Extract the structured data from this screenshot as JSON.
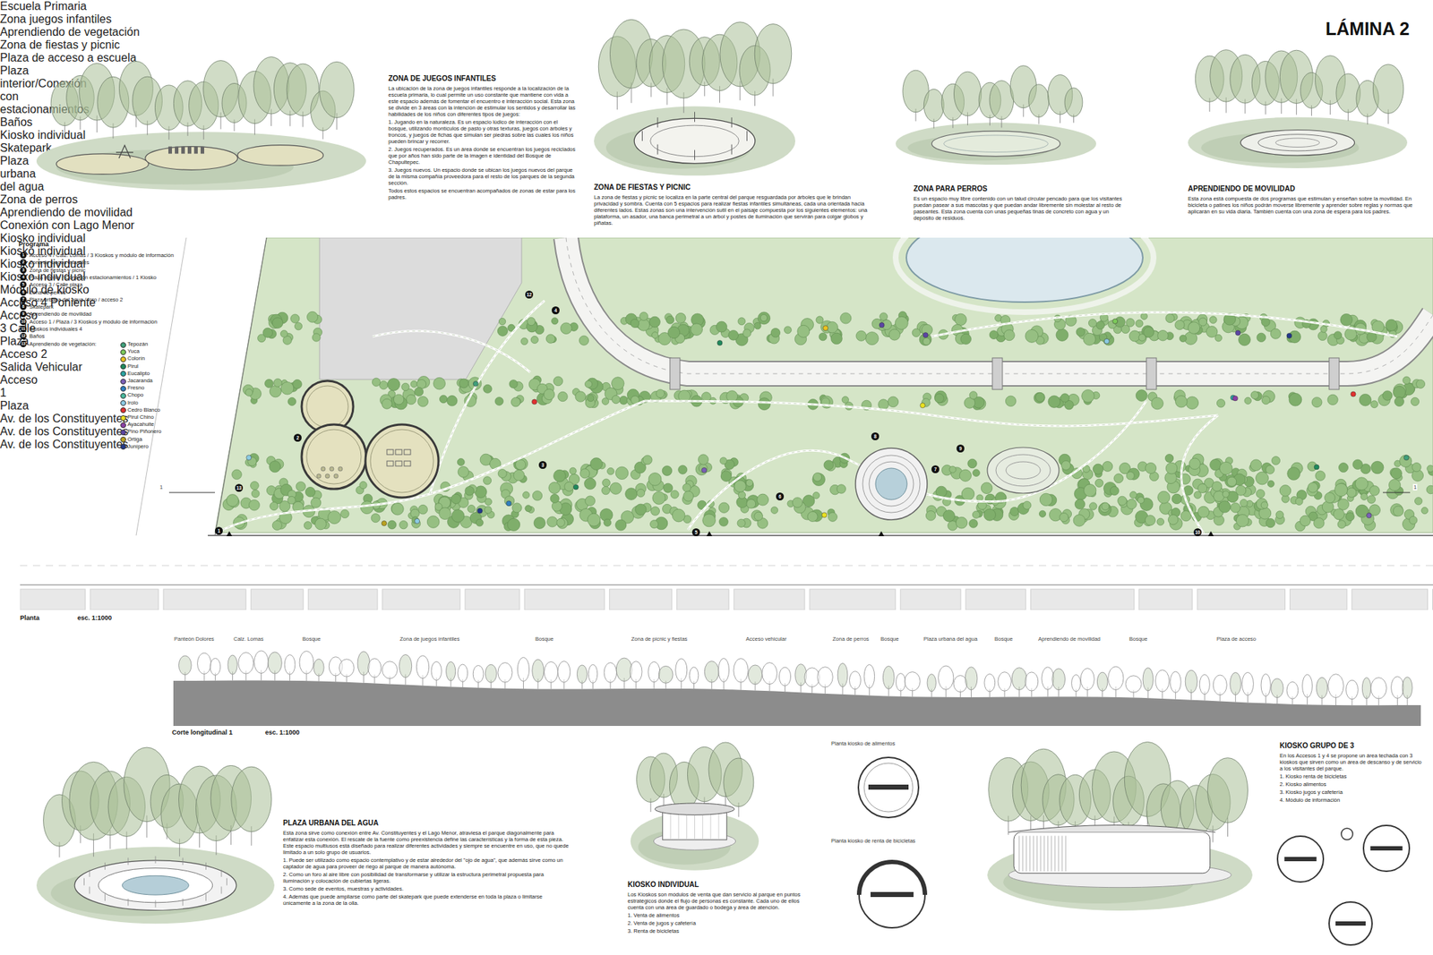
{
  "diagram": {
    "title": "LÁMINA 2",
    "labels": [
      "ZONA DE JUEGOS INFANTILES",
      "La ubicación de la zona de juegos infantiles responde a la localización de la escuela primaria, lo cual permite un uso constante que mantiene con vida a este espacio además de fomentar el encuentro e interacción social. Esta zona se divide en 3 áreas con la intención de estimular los sentidos y desarrollar las habilidades de los niños con diferentes tipos de juegos:",
      "1. Jugando en la naturaleza. Es un espacio lúdico de interacción con el bosque, utilizando montículos de pasto y otras texturas, juegos con árboles y troncos, y juegos de fichas que simulan ser piedras sobre las cuales los niños pueden brincar y recorrer.",
      "2. Juegos recuperados. Es un área donde se encuentran los juegos reciclados que por años han sido parte de la imagen e identidad del Bosque de Chapultepec.",
      "3. Juegos nuevos. Un espacio donde se ubican los juegos nuevos del parque de la misma compañía proveedora para el resto de los parques de la segunda sección.",
      "Todos estos espacios se encuentran acompañados de zonas de estar para los padres.",
      "ZONA DE FIESTAS Y PICNIC",
      "La zona de fiestas y picnic se localiza en la parte central del parque resguardada por árboles que le brindan privacidad y sombra. Cuenta con 5 espacios para realizar fiestas infantiles simultáneas, cada una orientada hacia diferentes lados. Estas zonas son una intervención sutil en el paisaje compuesta por los siguientes elementos: una plataforma, un asador, una banca perimetral a un árbol y postes de iluminación que servirán para colgar globos y piñatas.",
      "ZONA PARA PERROS",
      "Es un espacio muy libre contenido con un talud circular pencado para que los visitantes puedan pasear a sus mascotas y que puedan andar libremente sin molestar al resto de paseantes. Esta zona cuenta con unas pequeñas tinas de concreto con agua y un depósito de residuos.",
      "APRENDIENDO DE MOVILIDAD",
      "Esta zona está compuesta de dos programas que estimulan y enseñan sobre la movilidad. En bicicleta o patines los niños podrán moverse libremente y aprender sobre reglas y normas que aplicarán en su vida diaria. También cuenta con una zona de espera para los padres.",
      "Programa",
      "1",
      "Acceso 4 / Calz. Lomas / 3 Kioskos y módulo de información",
      "2",
      "Zona de juegos infantiles",
      "3",
      "Zona de fiestas y picnic",
      "4",
      "Plaza interior / Conexión estacionamientos / 1 Kiosko",
      "5",
      "Acceso 3 / Calle plaza",
      "6",
      "Zona de perros",
      "7",
      "Plaza urbana del agua / foro / acceso 2",
      "8",
      "Skatepark",
      "9",
      "Aprendiendo de movilidad",
      "10",
      "Acceso 1 / Plaza / 3 Kioskos y módulo de información",
      "11",
      "Kioskos individuales 4",
      "12",
      "Baños",
      "13",
      "Aprendiendo de vegetación:",
      "Escuela Primaria",
      "2",
      "Zona juegos infantiles",
      "13",
      "Aprendiendo de vegetación",
      "3",
      "Zona de fiestas y picnic",
      "Plaza de acceso a escuela",
      "4",
      "Plaza interior/Conexión con estacionamientos",
      "12",
      "Baños",
      "Kiosko individual",
      "8",
      "Skatepark",
      "7",
      "Plaza urbana del agua",
      "6",
      "Zona de perros",
      "9",
      "Aprendiendo de movilidad",
      "Conexión con Lago Menor",
      "Kiosko individual",
      "Kiosko individual",
      "Kiosko individual",
      "Kiosko individual",
      "Módulo de kiosko",
      "1",
      "Acceso 4 Poniente",
      "5",
      "Acceso 3 Calle Plaza",
      "Acceso 2",
      "Salida Vehicular",
      "10",
      "Acceso 1 Plaza",
      "Av. de los Constituyentes",
      "Av. de los Constituyentes",
      "Av. de los Constituyentes",
      "1",
      "1",
      "Planta",
      "esc. 1:1000",
      "Panteón Dolores",
      "Calz. Lomas",
      "Bosque",
      "Zona de juegos infantiles",
      "Bosque",
      "Zona de picnic y fiestas",
      "Acceso vehicular",
      "Zona de perros",
      "Bosque",
      "Plaza urbana del agua",
      "Bosque",
      "Aprendiendo de movilidad",
      "Bosque",
      "Plaza de acceso",
      "Corte longitudinal 1",
      "esc. 1:1000",
      "PLAZA URBANA DEL AGUA",
      "Esta zona sirve como conexión entre Av. Constituyentes y el Lago Menor, atraviesa el parque diagonalmente para enfatizar esta conexión. El rescate de la fuente como preexistencia define las características y la forma de esta pieza. Este espacio multiusos está diseñado para realizar diferentes actividades y siempre se encuentre en uso, que no quede limitado a un solo grupo de usuarios.",
      "1. Puede ser utilizado como espacio contemplativo y de estar alrededor del \"ojo de agua\", que además sirve como un captador de agua para proveer de riego al parque de manera autónoma.",
      "2. Como un foro al aire libre con posibilidad de transformarse y utilizar la estructura perimetral propuesta para iluminación y colocación de cubiertas ligeras.",
      "3. Como sede de eventos, muestras y actividades.",
      "4. Además que puede ampliarse como parte del skatepark que puede extenderse en toda la plaza o limitarse únicamente a la zona de la olla.",
      "KIOSKO INDIVIDUAL",
      "Los Kioskos son módulos de venta que dan servicio al parque en puntos estratégicos donde el flujo de personas es constante. Cada uno de ellos cuenta con una área de guardado o bodega y área de atención.",
      "1. Venta de alimentos",
      "2. Venta de jugos y cafetería",
      "3. Renta de bicicletas",
      "Planta kiosko de alimentos",
      "Planta kiosko de renta de bicicletas",
      "KIOSKO GRUPO DE 3",
      "En los Accesos 1 y 4 se propone un área techada con 3 kioskos que sirven como un área de descanso y de servicio a los visitantes del parque.",
      "1. Kiosko renta de bicicletas",
      "2. Kiosko alimentos",
      "3. Kiosko jugos y cafetería",
      "4. Módulo de información"
    ],
    "legend": [
      {
        "text": "Tepozán",
        "color": "#3f9f7a"
      },
      {
        "text": "Yuca",
        "color": "#7cc95a"
      },
      {
        "text": "Colorín",
        "color": "#e9c21f"
      },
      {
        "text": "Pirul",
        "color": "#1f8a5c"
      },
      {
        "text": "Eucalipto",
        "color": "#2aa3a0"
      },
      {
        "text": "Jacaranda",
        "color": "#7a5fb5"
      },
      {
        "text": "Fresno",
        "color": "#2f7fbf"
      },
      {
        "text": "Chopo",
        "color": "#49b89c"
      },
      {
        "text": "Irolo",
        "color": "#8ccbe3"
      },
      {
        "text": "Cedro Blanco",
        "color": "#e0302f"
      },
      {
        "text": "Pirul Chino",
        "color": "#e8e021"
      },
      {
        "text": "Ayacahuite",
        "color": "#8a3fa5"
      },
      {
        "text": "Pino Piñonero",
        "color": "#5b44a3"
      },
      {
        "text": "Ortiga",
        "color": "#b9a221"
      },
      {
        "text": "Junípero",
        "color": "#22388a"
      }
    ]
  }
}
